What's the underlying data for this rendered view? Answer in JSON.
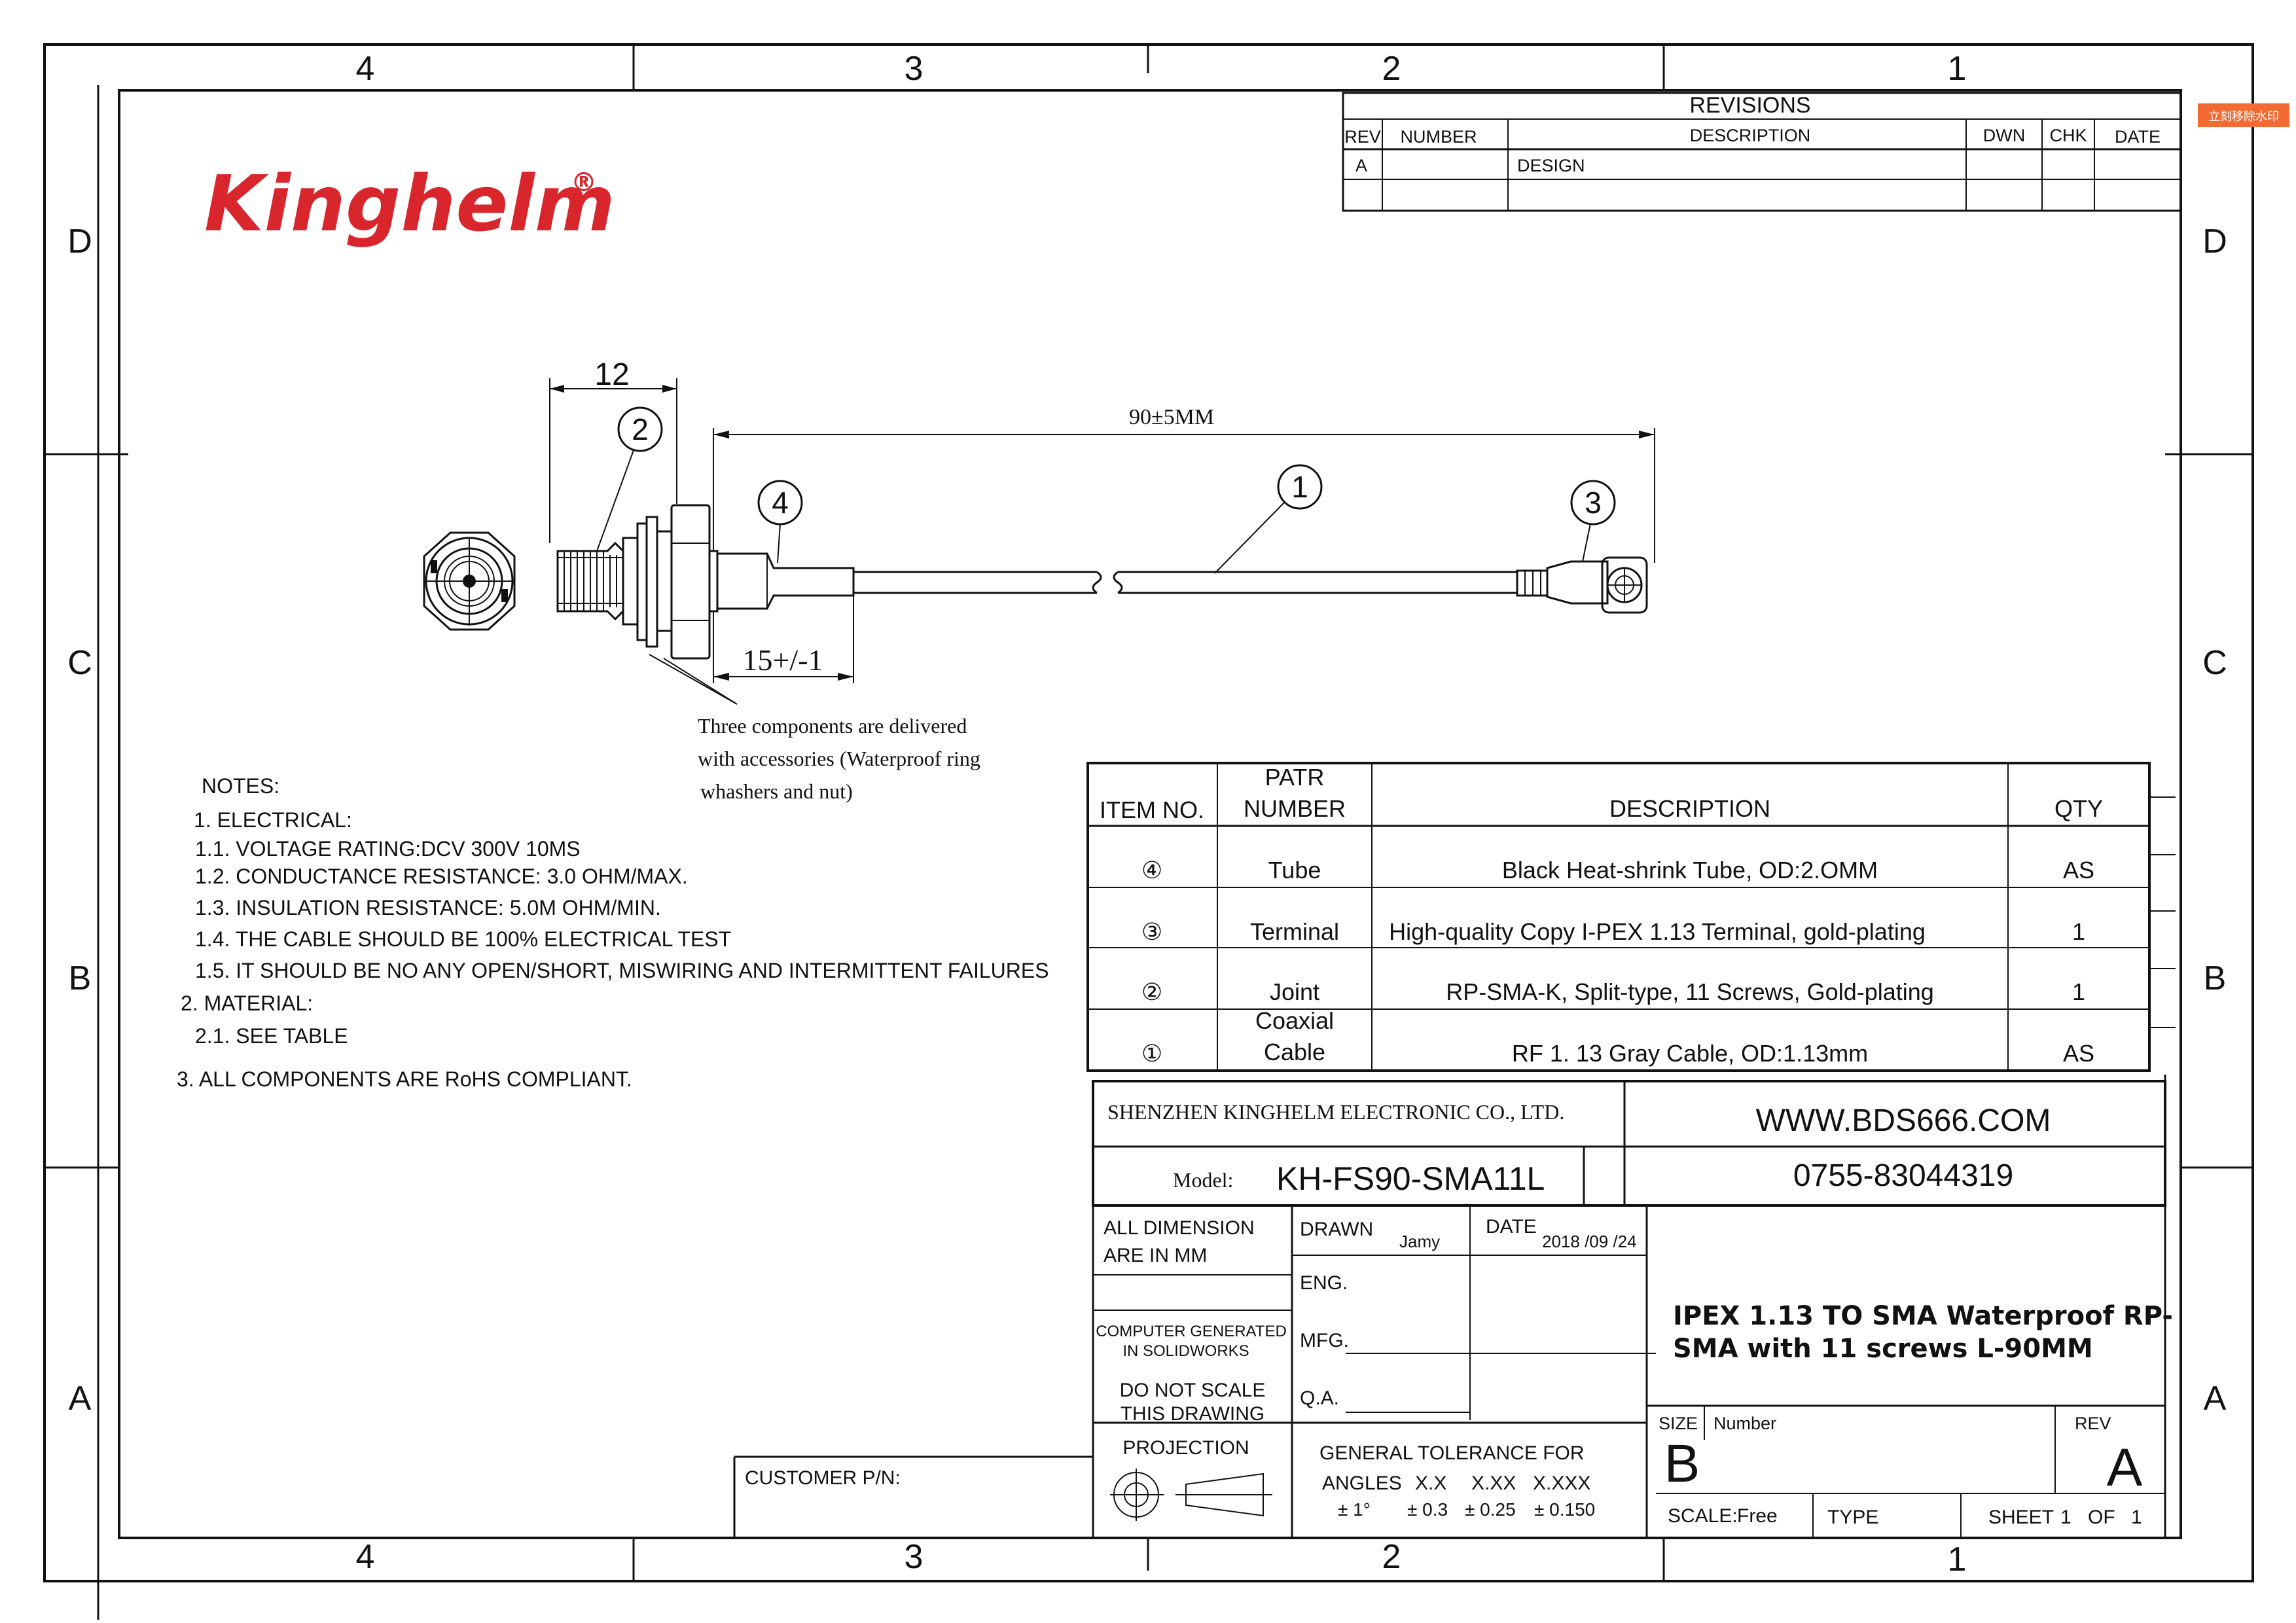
{
  "zones": {
    "columns": [
      "4",
      "3",
      "2",
      "1"
    ],
    "rows": [
      "D",
      "C",
      "B",
      "A"
    ]
  },
  "logo": {
    "text": "Kinghelm",
    "registered": "®"
  },
  "watermark_tag": "立刻移除水印",
  "revisions": {
    "title": "REVISIONS",
    "headers": [
      "REV",
      "NUMBER",
      "DESCRIPTION",
      "DWN",
      "CHK",
      "DATE"
    ],
    "rows": [
      {
        "rev": "A",
        "number": "",
        "description": "DESIGN",
        "dwn": "",
        "chk": "",
        "date": ""
      }
    ]
  },
  "dimensions": {
    "connector_width": "12",
    "cable_length": "90±5MM",
    "tube_length": "15+/-1"
  },
  "balloons": [
    "1",
    "2",
    "3",
    "4"
  ],
  "accessory_note": {
    "line1": "Three components are delivered",
    "line2": "with accessories (Waterproof ring",
    "line3": "whashers and  nut)"
  },
  "notes": {
    "heading": "NOTES:",
    "lines": [
      "1.   ELECTRICAL:",
      "1.1.   VOLTAGE RATING:DCV 300V 10MS",
      "1.2.   CONDUCTANCE RESISTANCE: 3.0 OHM/MAX.",
      "1.3.   INSULATION RESISTANCE: 5.0M OHM/MIN.",
      "1.4.   THE CABLE SHOULD BE 100% ELECTRICAL TEST",
      "1.5.   IT SHOULD BE NO ANY OPEN/SHORT, MISWIRING AND INTERMITTENT FAILURES",
      "2.   MATERIAL:",
      "2.1.   SEE TABLE",
      "3.   ALL COMPONENTS ARE RoHS COMPLIANT."
    ]
  },
  "bom": {
    "headers": {
      "item": "ITEM NO.",
      "part_line1": "PATR",
      "part_line2": "NUMBER",
      "description": "DESCRIPTION",
      "qty": "QTY"
    },
    "rows": [
      {
        "item": "④",
        "part": "Tube",
        "part2": "",
        "description": "Black Heat-shrink Tube, OD:2.OMM",
        "qty": "AS"
      },
      {
        "item": "③",
        "part": "Terminal",
        "part2": "",
        "description": "High-quality Copy I-PEX 1.13 Terminal, gold-plating",
        "qty": "1"
      },
      {
        "item": "②",
        "part": "Joint",
        "part2": "",
        "description": "RP-SMA-K, Split-type, 11 Screws, Gold-plating",
        "qty": "1"
      },
      {
        "item": "①",
        "part": "Coaxial",
        "part2": "Cable",
        "description": "RF 1. 13 Gray Cable,  OD:1.13mm",
        "qty": "AS"
      }
    ]
  },
  "title_block": {
    "company": "SHENZHEN KINGHELM ELECTRONIC CO., LTD.",
    "website": "WWW.BDS666.COM",
    "model_label": "Model:",
    "model": "KH-FS90-SMA11L",
    "phone": "0755-83044319",
    "dim_note_1": "ALL DIMENSION",
    "dim_note_2": "ARE IN MM",
    "drawn_label": "DRAWN",
    "drawn_by": "Jamy",
    "date_label": "DATE",
    "date": "2018 /09 /24",
    "eng_label": "ENG.",
    "mfg_label": "MFG.",
    "qa_label": "Q.A.",
    "computer_1": "COMPUTER GENERATED",
    "computer_2": "IN SOLIDWORKS",
    "noscale_1": "DO NOT SCALE",
    "noscale_2": "THIS DRAWING",
    "projection_label": "PROJECTION",
    "title_line1": "IPEX 1.13 TO SMA Waterproof RP-",
    "title_line2": "SMA with 11 screws L-90MM",
    "tolerance_heading": "GENERAL TOLERANCE FOR",
    "tol_labels": [
      "ANGLES",
      "X.X",
      "X.XX",
      "X.XXX"
    ],
    "tol_values": [
      "± 1°",
      "± 0.3",
      "± 0.25",
      "± 0.150"
    ],
    "size_label": "SIZE",
    "size": "B",
    "number_label": "Number",
    "rev_label": "REV",
    "rev": "A",
    "scale_label": "SCALE:",
    "scale": "Free",
    "type_label": "TYPE",
    "sheet_label": "SHEET",
    "sheet": "1",
    "of_label": "OF",
    "of": "1",
    "customer_pn_label": "CUSTOMER P/N:"
  }
}
